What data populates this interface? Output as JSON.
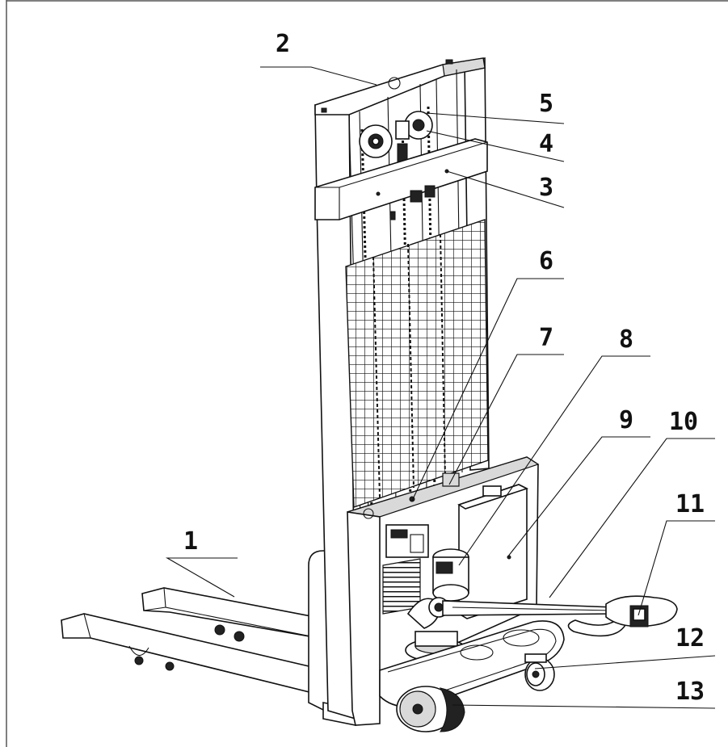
{
  "callouts": [
    {
      "id": "c1",
      "number": "1"
    },
    {
      "id": "c2",
      "number": "2"
    },
    {
      "id": "c3",
      "number": "3"
    },
    {
      "id": "c4",
      "number": "4"
    },
    {
      "id": "c5",
      "number": "5"
    },
    {
      "id": "c6",
      "number": "6"
    },
    {
      "id": "c7",
      "number": "7"
    },
    {
      "id": "c8",
      "number": "8"
    },
    {
      "id": "c9",
      "number": "9"
    },
    {
      "id": "c10",
      "number": "10"
    },
    {
      "id": "c11",
      "number": "11"
    },
    {
      "id": "c12",
      "number": "12"
    },
    {
      "id": "c13",
      "number": "13"
    }
  ],
  "colors": {
    "line": "#111111",
    "background": "#ffffff",
    "shade": "#d9d9d9"
  }
}
